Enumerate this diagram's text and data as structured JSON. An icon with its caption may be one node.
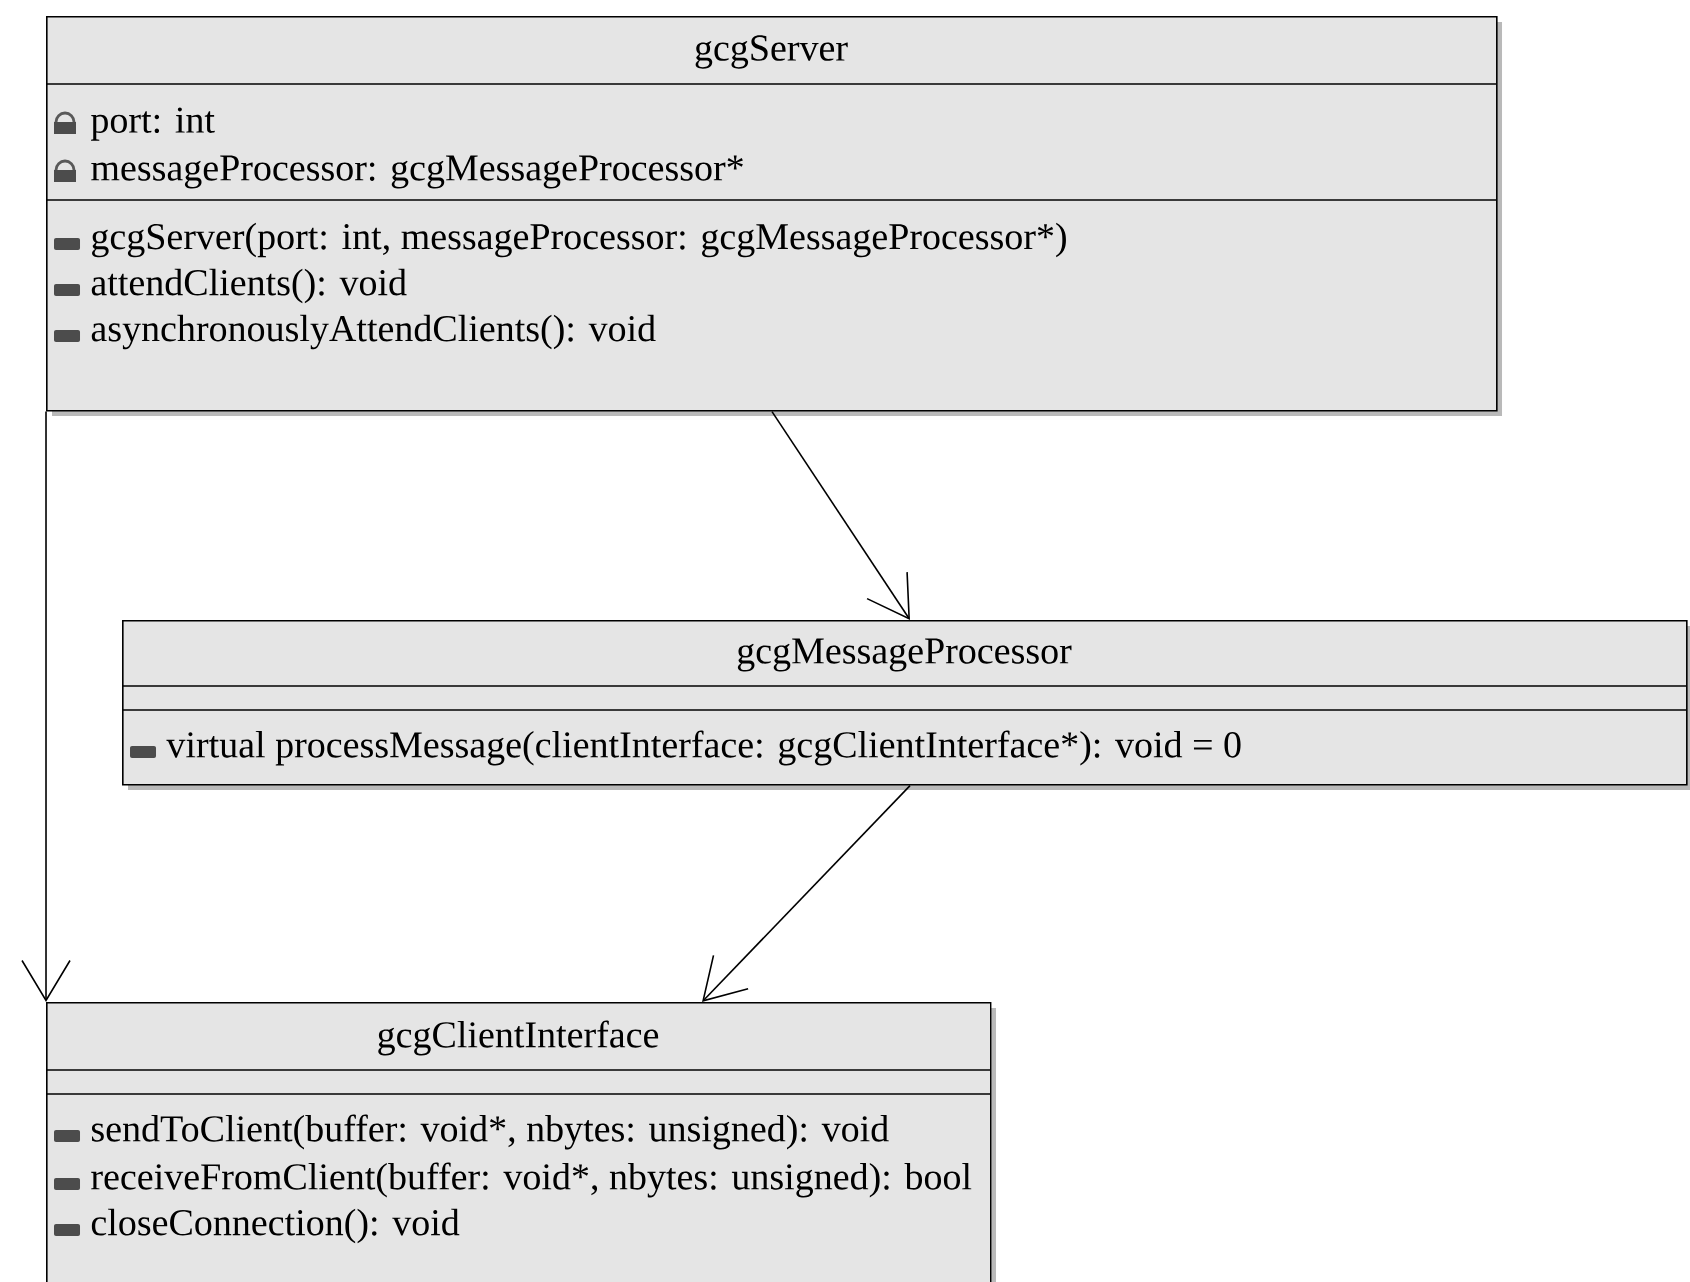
{
  "diagram": {
    "nodes": [
      {
        "text": [
          "gcgServer",
          "port: int",
          "messageProcessor: gcgMessageProcessor*",
          "gcgServer(port: int, messageProcessor: gcgMessageProcessor*)",
          "attendClients(): void",
          "asynchronouslyAttendClients(): void"
        ]
      },
      {
        "text": [
          "gcgMessageProcessor",
          "virtual processMessage(clientInterface: gcgClientInterface*): void = 0"
        ]
      },
      {
        "text": [
          "gcgClientInterface",
          "sendToClient(buffer: void*, nbytes: unsigned): void",
          "receiveFromClient(buffer: void*, nbytes: unsigned): bool",
          "closeConnection(): void"
        ]
      }
    ],
    "edges": [
      {
        "from": 0,
        "to": 1,
        "arrow": "to"
      },
      {
        "from": 1,
        "to": 2,
        "arrow": "to"
      },
      {
        "from": 0,
        "to": 2,
        "arrow": "to"
      }
    ]
  }
}
